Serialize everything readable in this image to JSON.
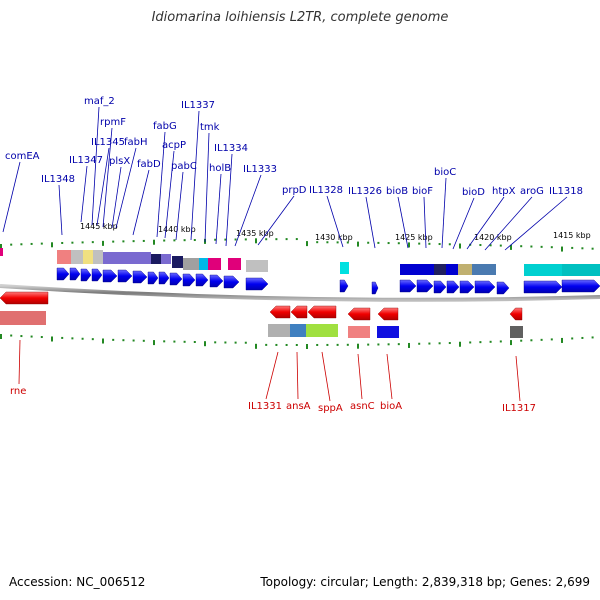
{
  "title": "Idiomarina loihiensis L2TR, complete genome",
  "footer": {
    "accession": "Accession: NC_006512",
    "summary": "Topology: circular; Length: 2,839,318 bp; Genes: 2,699"
  },
  "scale_labels": [
    "1445 kbp",
    "1440 kbp",
    "1435 kbp",
    "1430 kbp",
    "1425 kbp",
    "1420 kbp",
    "1415 kbp"
  ],
  "top_genes": [
    "comEA",
    "IL1348",
    "IL1347",
    "maf_2",
    "IL1345",
    "rpmF",
    "plsX",
    "fabH",
    "fabD",
    "fabG",
    "acpP",
    "pabC",
    "IL1337",
    "tmk",
    "holB",
    "IL1334",
    "IL1333",
    "prpD",
    "IL1328",
    "IL1326",
    "bioB",
    "bioF",
    "bioC",
    "bioD",
    "htpX",
    "aroG",
    "IL1318"
  ],
  "bottom_genes": [
    "rne",
    "IL1331",
    "ansA",
    "sppA",
    "asnC",
    "bioA",
    "IL1317"
  ],
  "colors": {
    "forward": "#0000ee",
    "reverse": "#ee0000",
    "top_label": "#0000aa",
    "bottom_label": "#cc0000",
    "tick": "#228822"
  }
}
